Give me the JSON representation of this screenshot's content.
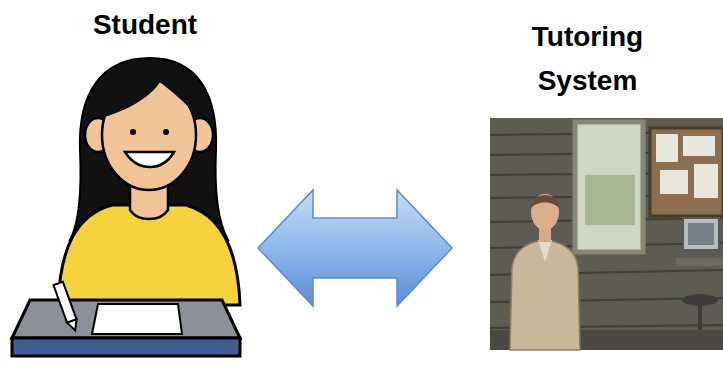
{
  "diagram": {
    "nodes": [
      {
        "text": [
          "Student"
        ]
      },
      {
        "text": [
          "Tutoring System"
        ]
      }
    ],
    "edges": [
      {
        "from": 0,
        "to": 1,
        "arrow": "both"
      }
    ]
  }
}
